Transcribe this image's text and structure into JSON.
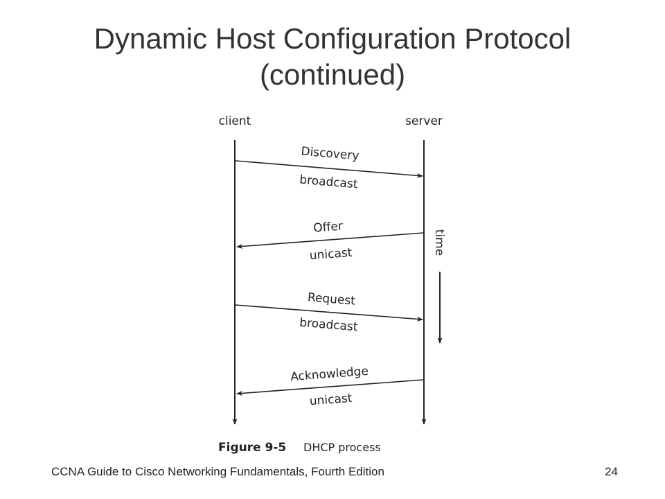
{
  "slide": {
    "title_line1": "Dynamic Host Configuration Protocol",
    "title_line2": "(continued)"
  },
  "diagram": {
    "client_label": "client",
    "server_label": "server",
    "time_label": "time",
    "messages": [
      {
        "name": "Discovery",
        "type": "broadcast",
        "direction": "client-to-server"
      },
      {
        "name": "Offer",
        "type": "unicast",
        "direction": "server-to-client"
      },
      {
        "name": "Request",
        "type": "broadcast",
        "direction": "client-to-server"
      },
      {
        "name": "Acknowledge",
        "type": "unicast",
        "direction": "server-to-client"
      }
    ],
    "figure_number": "Figure 9-5",
    "figure_caption": "DHCP process"
  },
  "footer": {
    "source": "CCNA Guide to Cisco Networking Fundamentals, Fourth Edition",
    "page_number": "24"
  }
}
